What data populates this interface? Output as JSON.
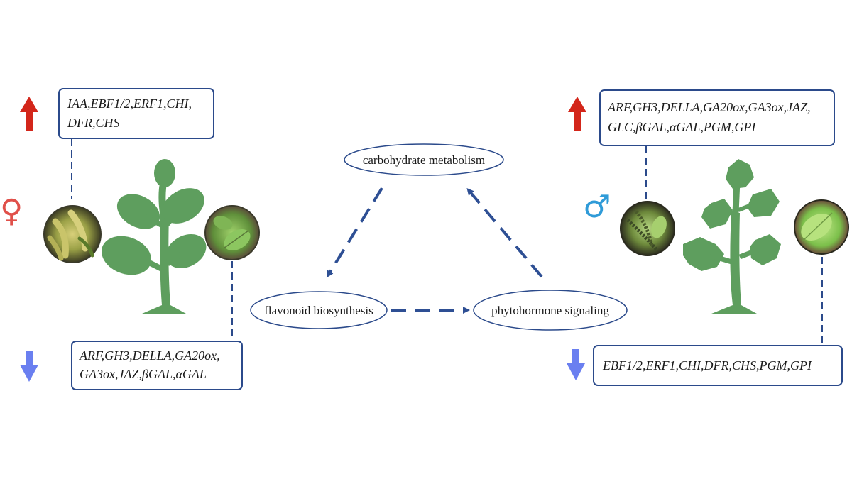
{
  "colors": {
    "box_border": "#2b4a8b",
    "arrow": "#2e4f94",
    "up": "#d3261a",
    "down": "#6a7ff0",
    "female": "#e0504a",
    "male": "#2f9bd8",
    "plant": "#5e9e5e",
    "plant_dark": "#4f8e4f"
  },
  "female": {
    "symbol": "♀",
    "up_genes": [
      "IAA,EBF1/2,ERF1,CHI,",
      "DFR,CHS"
    ],
    "down_genes": [
      "ARF,GH3,DELLA,GA20ox,",
      "GA3ox,JAZ,βGAL,αGAL"
    ],
    "flower_photo_icon": "female-catkin-photo",
    "leaf_photo_icon": "female-leaf-photo"
  },
  "male": {
    "symbol": "♂",
    "up_genes": [
      "ARF,GH3,DELLA,GA20ox,GA3ox,JAZ,",
      "GLC,βGAL,αGAL,PGM,GPI"
    ],
    "down_genes": [
      "EBF1/2,ERF1,CHI,DFR,CHS,PGM,GPI"
    ],
    "flower_photo_icon": "male-catkin-photo",
    "leaf_photo_icon": "male-leaf-photo"
  },
  "cycle": {
    "top": "carbohydrate metabolism",
    "left": "flavonoid biosynthesis",
    "right": "phytohormone signaling"
  }
}
